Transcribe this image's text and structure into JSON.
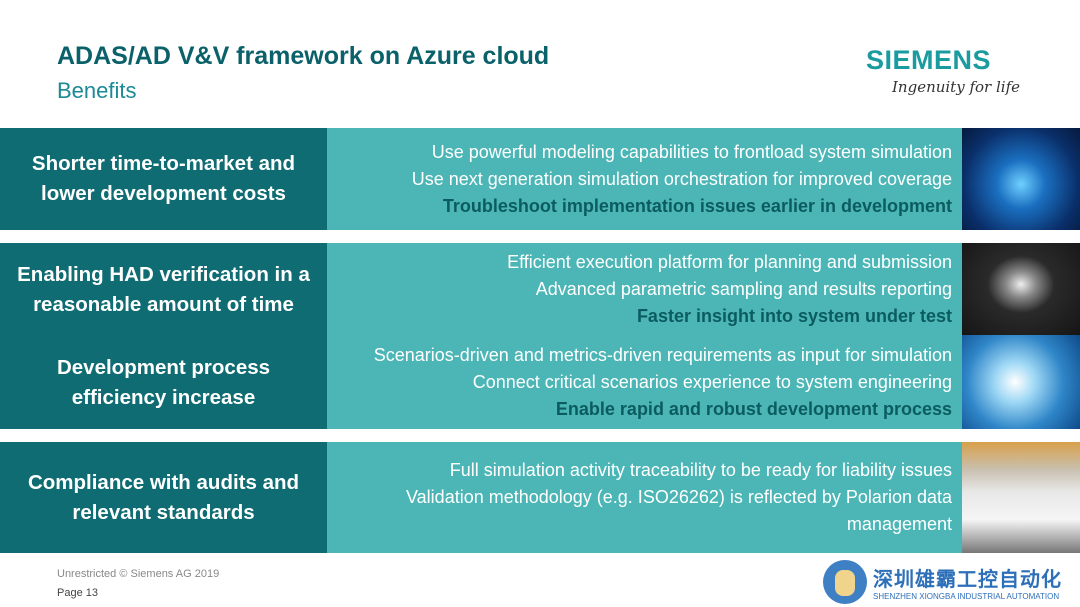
{
  "header": {
    "title": "ADAS/AD V&V framework on Azure cloud",
    "subtitle": "Benefits",
    "logo": "SIEMENS",
    "tagline": "Ingenuity for life"
  },
  "rows": [
    {
      "benefit": [
        "Shorter time-to-market and lower development costs"
      ],
      "groups": [
        {
          "lines": [
            "Use powerful modeling capabilities to frontload system simulation",
            "Use next generation simulation orchestration for improved coverage"
          ],
          "highlight": "Troubleshoot implementation issues earlier in development"
        }
      ]
    },
    {
      "benefit": [
        "Enabling HAD verification in a reasonable amount of time",
        "Development process efficiency increase"
      ],
      "groups": [
        {
          "lines": [
            "Efficient execution platform for planning and submission",
            "Advanced parametric sampling and results reporting"
          ],
          "highlight": "Faster insight into system under test"
        },
        {
          "lines": [
            "Scenarios-driven and metrics-driven requirements as input for simulation",
            "Connect critical scenarios experience to system engineering"
          ],
          "highlight": "Enable rapid and robust development process"
        }
      ]
    },
    {
      "benefit": [
        "Compliance with audits and relevant standards"
      ],
      "groups": [
        {
          "lines": [
            "Full simulation activity traceability to be ready for liability issues",
            "Validation methodology (e.g. ISO26262) is reflected by Polarion data management"
          ]
        }
      ]
    }
  ],
  "footer": {
    "classification": "Unrestricted © Siemens AG 2019",
    "page": "Page 13"
  },
  "watermark": {
    "cn": "深圳雄霸工控自动化",
    "en": "SHENZHEN XIONGBA INDUSTRIAL AUTOMATION"
  }
}
